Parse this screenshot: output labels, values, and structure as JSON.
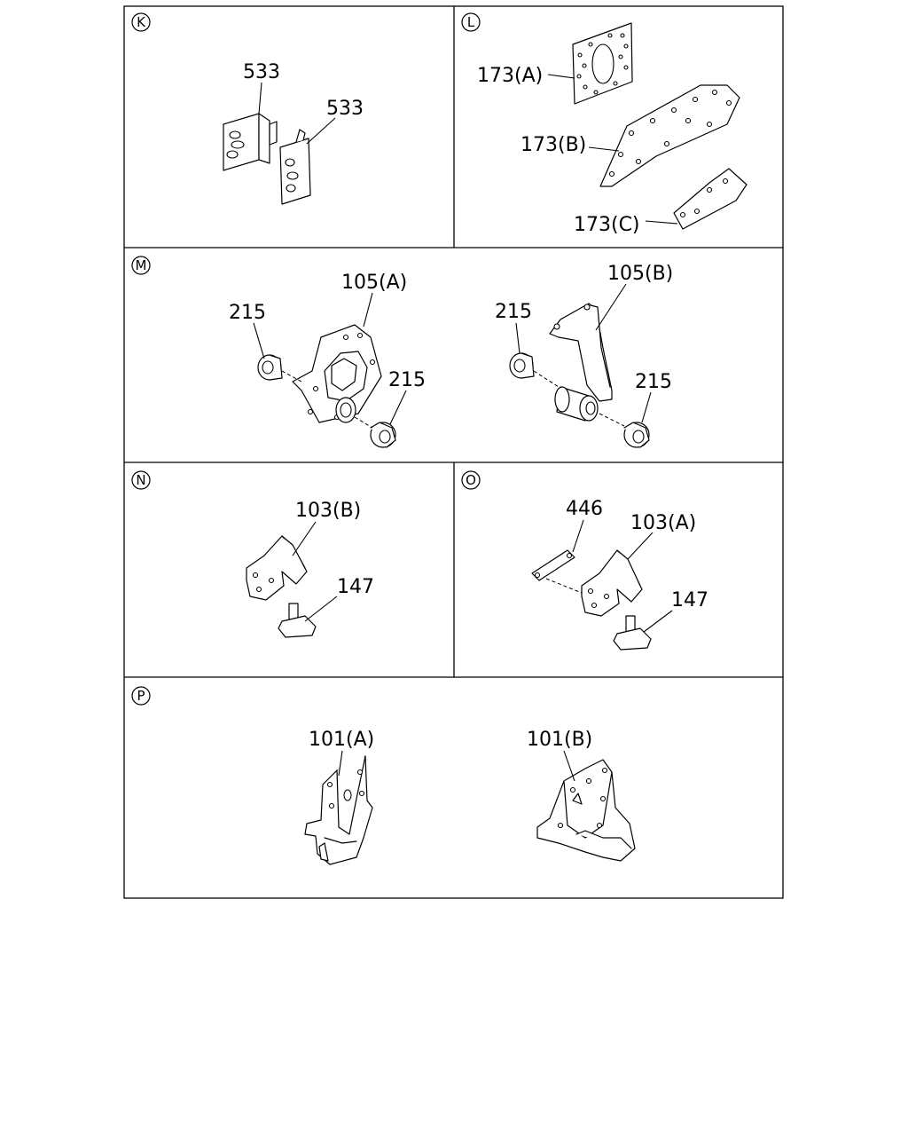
{
  "panels": {
    "K": {
      "badge": "K",
      "labels": [
        "533",
        "533"
      ]
    },
    "L": {
      "badge": "L",
      "labels": [
        "173(A)",
        "173(B)",
        "173(C)"
      ]
    },
    "M": {
      "badge": "M",
      "labels": [
        "105(A)",
        "215",
        "215",
        "105(B)",
        "215",
        "215"
      ]
    },
    "N": {
      "badge": "N",
      "labels": [
        "103(B)",
        "147"
      ]
    },
    "O": {
      "badge": "O",
      "labels": [
        "446",
        "103(A)",
        "147"
      ]
    },
    "P": {
      "badge": "P",
      "labels": [
        "101(A)",
        "101(B)"
      ]
    }
  }
}
